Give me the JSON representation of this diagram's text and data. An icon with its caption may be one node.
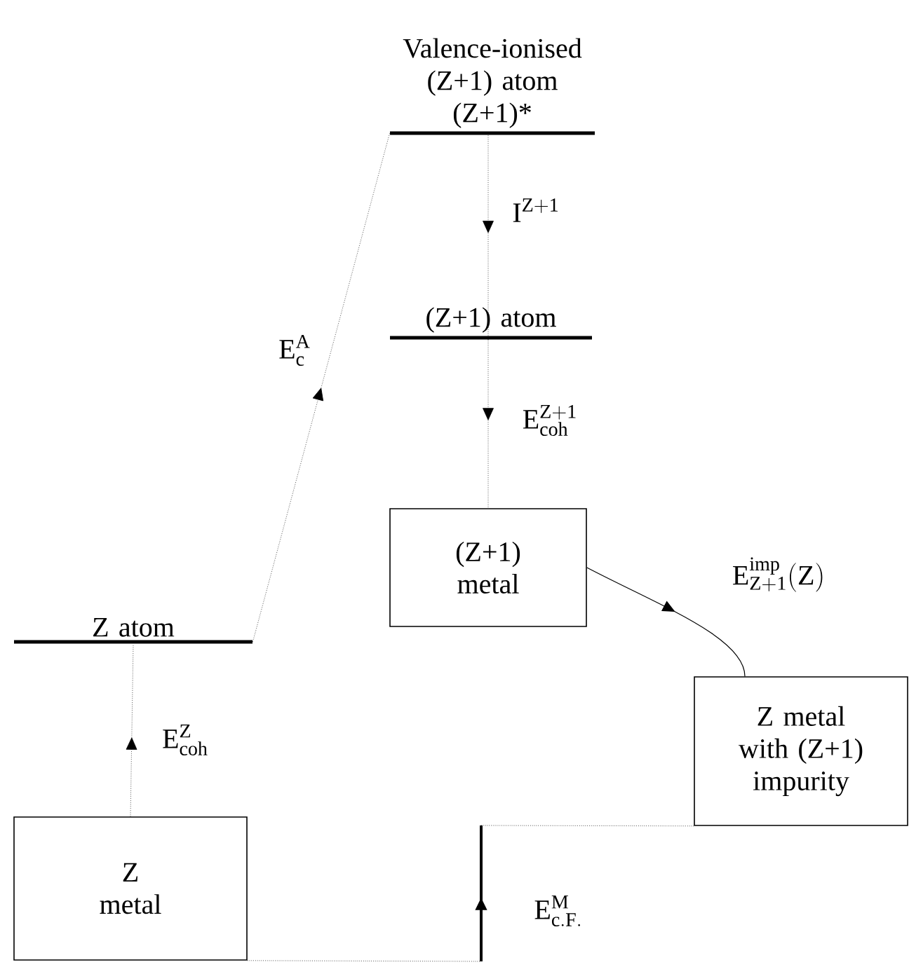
{
  "diagram": {
    "nodes": [
      {
        "text": [
          "Z metal"
        ]
      },
      {
        "text": [
          "Z atom"
        ]
      },
      {
        "text": [
          "Valence-ionised (Z+1) atom",
          "(Z+1)*"
        ]
      },
      {
        "text": [
          "(Z+1) atom"
        ]
      },
      {
        "text": [
          "(Z+1) metal"
        ]
      },
      {
        "text": [
          "Z metal with (Z+1) impurity"
        ]
      }
    ],
    "edges": [
      {
        "from": 0,
        "to": 1,
        "arrow": "to",
        "style": "dashed",
        "label": "\\mathrm{E}^{\\mathrm{Z}}_{\\mathrm{coh}}"
      },
      {
        "from": 1,
        "to": 2,
        "arrow": "to",
        "style": "dashed",
        "label": "\\mathrm{E}^{\\mathrm{A}}_{\\mathrm{c}}"
      },
      {
        "from": 2,
        "to": 3,
        "arrow": "to",
        "style": "dashed",
        "label": "\\mathrm{I}^{\\mathrm{Z+1}}"
      },
      {
        "from": 3,
        "to": 4,
        "arrow": "to",
        "style": "dashed",
        "label": "\\mathrm{E}^{\\mathrm{Z+1}}_{\\mathrm{coh}}"
      },
      {
        "from": 4,
        "to": 5,
        "arrow": "to",
        "label": "\\mathrm{E}^{\\mathrm{imp}}_{\\mathrm{Z+1}}(\\mathrm{Z})"
      },
      {
        "from": 0,
        "to": 5,
        "arrow": "to",
        "style": "dashed",
        "label": "\\mathrm{E}^{\\mathrm{M}}_{\\mathrm{c.F.}}"
      }
    ]
  }
}
